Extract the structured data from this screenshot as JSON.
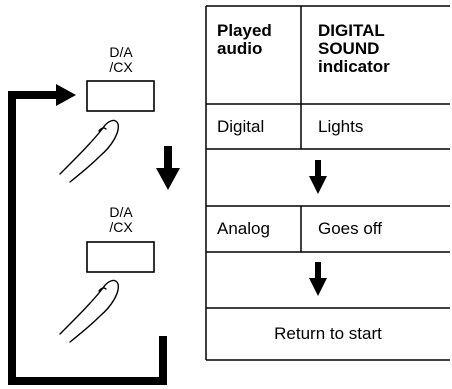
{
  "button_label": [
    "D/A",
    "/CX"
  ],
  "table": {
    "header_played": [
      "Played",
      "audio"
    ],
    "header_indicator": [
      "DIGITAL",
      "SOUND",
      "indicator"
    ],
    "row1_audio": "Digital",
    "row1_indicator": "Lights",
    "row2_audio": "Analog",
    "row2_indicator": "Goes off",
    "footer": "Return to start"
  },
  "colors": {
    "ink": "#000000",
    "background": "#ffffff"
  }
}
